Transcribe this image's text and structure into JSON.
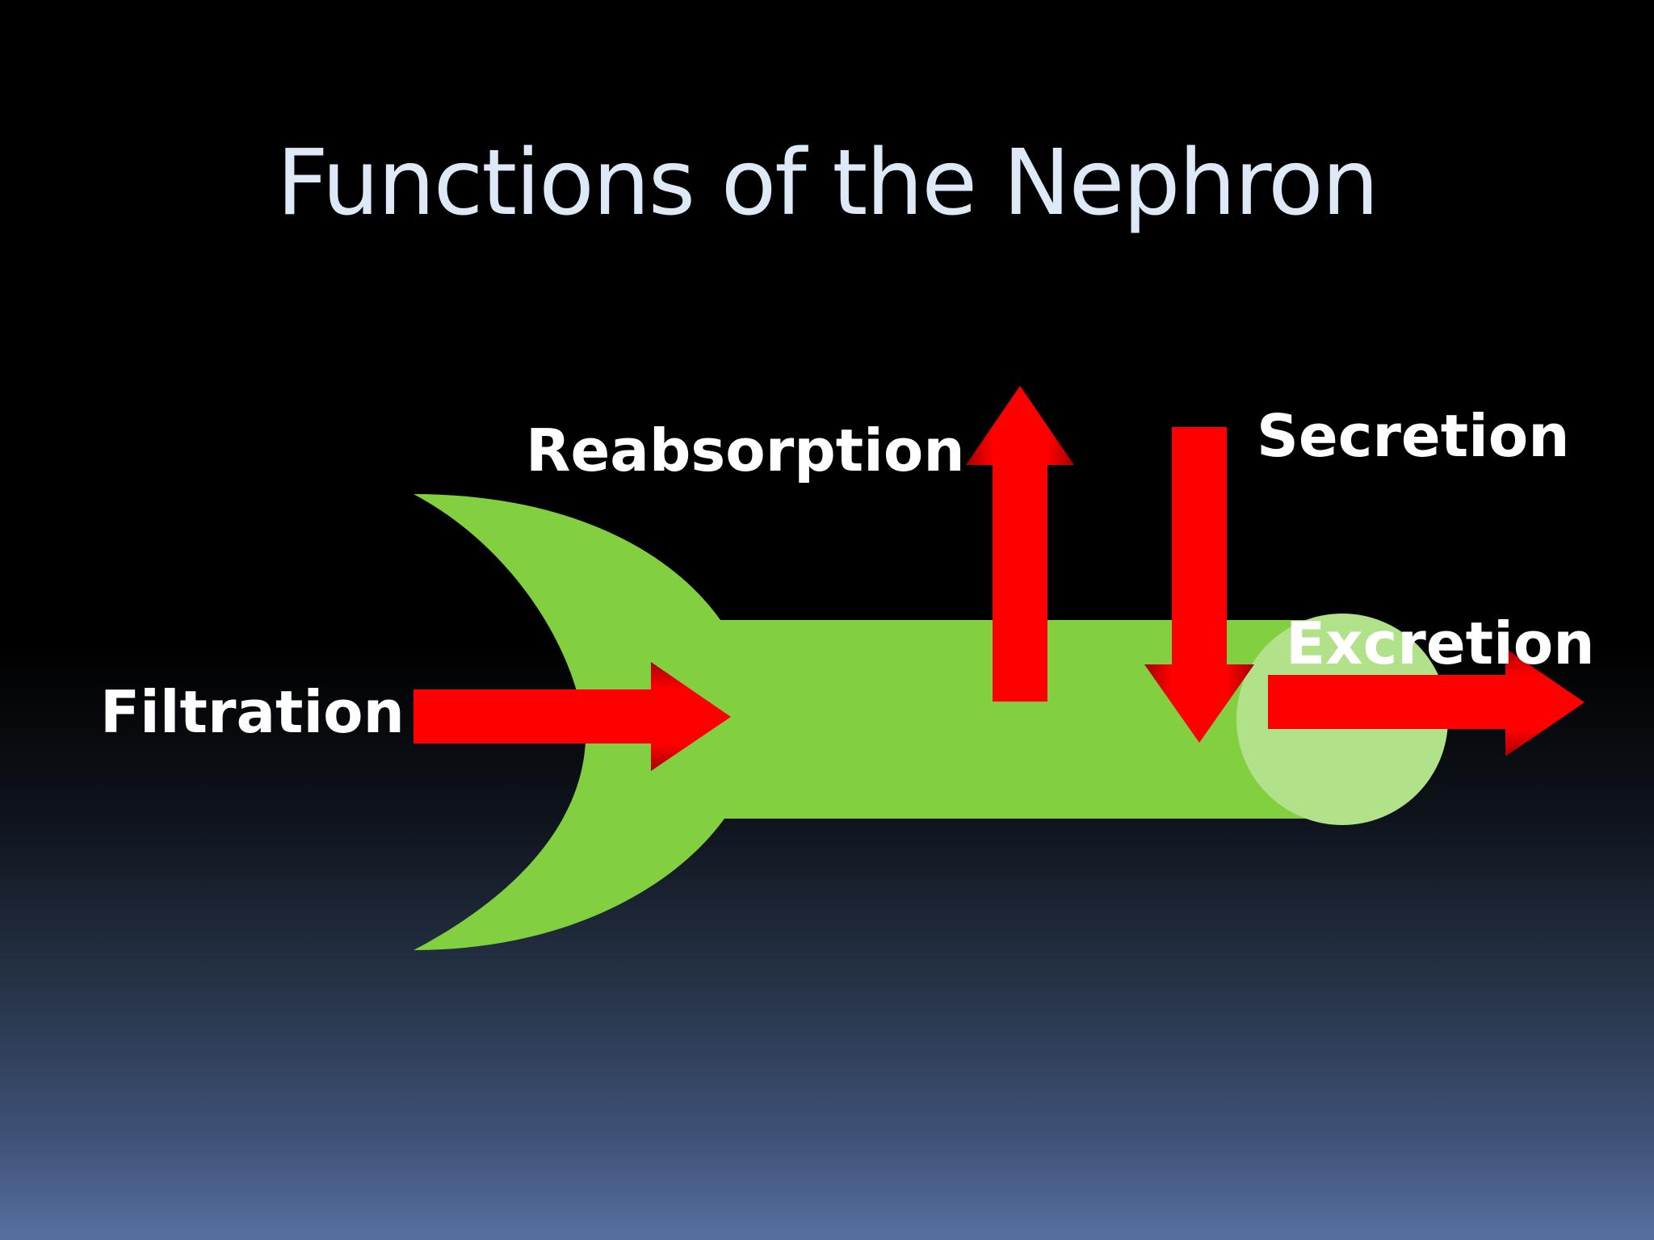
{
  "slide": {
    "title": "Functions of the Nephron"
  },
  "diagram": {
    "labels": {
      "filtration": "Filtration",
      "reabsorption": "Reabsorption",
      "secretion": "Secretion",
      "excretion": "Excretion"
    }
  },
  "colors": {
    "tubule": "#82cf3f",
    "tubule_end": "#b1e189",
    "arrow": "#ff0000",
    "arrow_edge": "#a50000",
    "title_text": "#dde9f7",
    "label_text": "#ffffff"
  }
}
